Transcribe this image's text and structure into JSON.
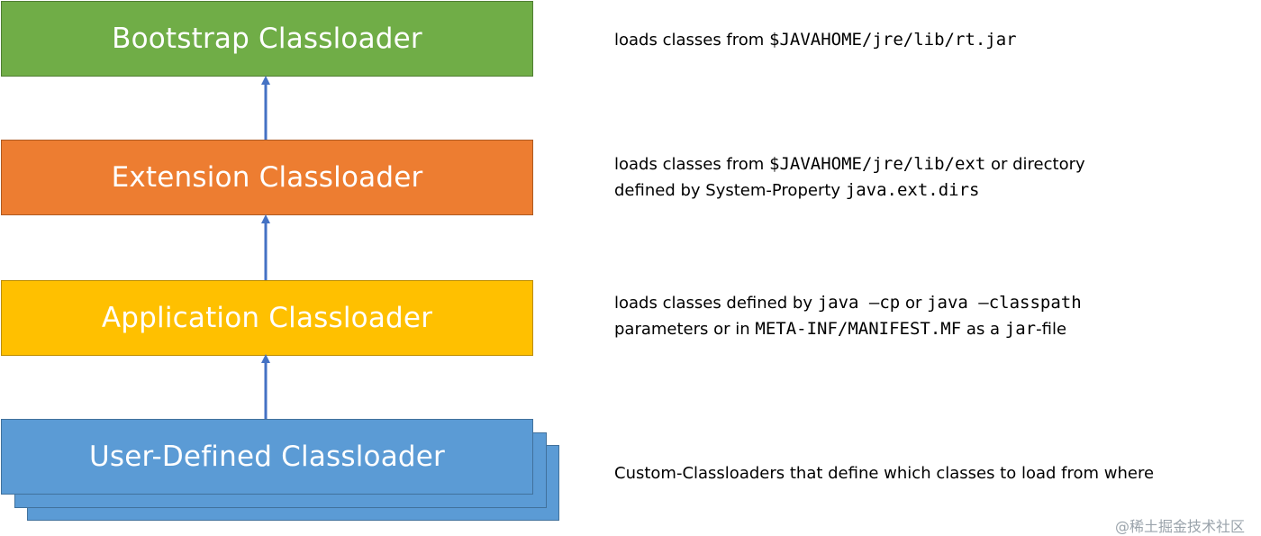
{
  "boxes": {
    "bootstrap": "Bootstrap Classloader",
    "extension": "Extension Classloader",
    "application": "Application Classloader",
    "user_defined": "User-Defined Classloader"
  },
  "descriptions": {
    "bootstrap": {
      "t1": "loads classes from ",
      "c1": "$JAVAHOME/jre/lib/rt.jar"
    },
    "extension": {
      "t1": "loads classes from ",
      "c1": "$JAVAHOME/jre/lib/ext",
      "t2": " or directory",
      "t3": "defined by System-Property ",
      "c2": "java.ext.dirs"
    },
    "application": {
      "t1": "loads classes defined by ",
      "c1": "java –cp",
      "t2": " or ",
      "c2": "java –classpath",
      "t3": "parameters or in ",
      "c3": "META-INF/MANIFEST.MF",
      "t4": " as a ",
      "c4": "jar",
      "t5": "-file"
    },
    "user_defined": {
      "t1": "Custom-Classloaders that define which classes to load from where"
    }
  },
  "watermark": "@稀土掘金技术社区",
  "colors": {
    "bootstrap": "#70ad47",
    "extension": "#ed7d31",
    "application": "#ffc000",
    "user_defined": "#5b9bd5",
    "arrow": "#4472c4"
  }
}
